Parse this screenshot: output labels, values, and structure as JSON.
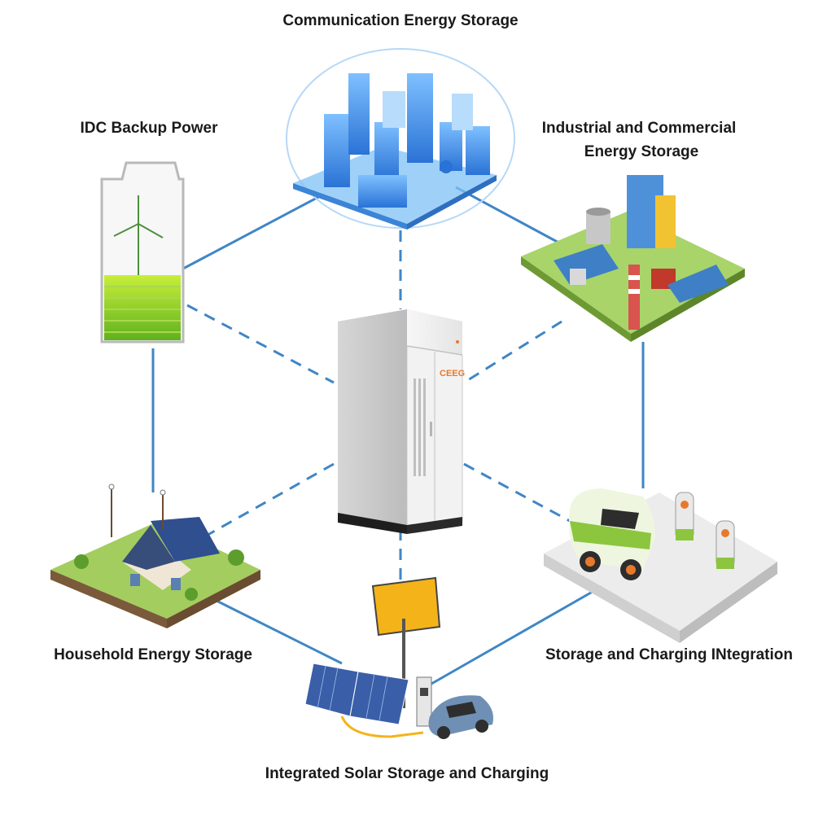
{
  "center": {
    "brand_text": "CEEG"
  },
  "nodes": {
    "communication": {
      "label": "Communication Energy Storage",
      "icon": "smart-city-icon"
    },
    "industrial": {
      "label_line1": "Industrial and Commercial",
      "label_line2": "Energy Storage",
      "icon": "industrial-plant-icon"
    },
    "charging": {
      "label": "Storage and Charging INtegration",
      "icon": "ev-charging-station-icon"
    },
    "solar": {
      "label": "Integrated Solar Storage and Charging",
      "icon": "solar-carport-icon"
    },
    "household": {
      "label": "Household Energy Storage",
      "icon": "solar-house-icon"
    },
    "idc": {
      "label": "IDC Backup Power",
      "icon": "battery-icon"
    }
  },
  "colors": {
    "link": "#3f86c6",
    "accent": "#e8792b",
    "battery_green": "#7ec82a",
    "city_blue": "#3d8fe6"
  }
}
